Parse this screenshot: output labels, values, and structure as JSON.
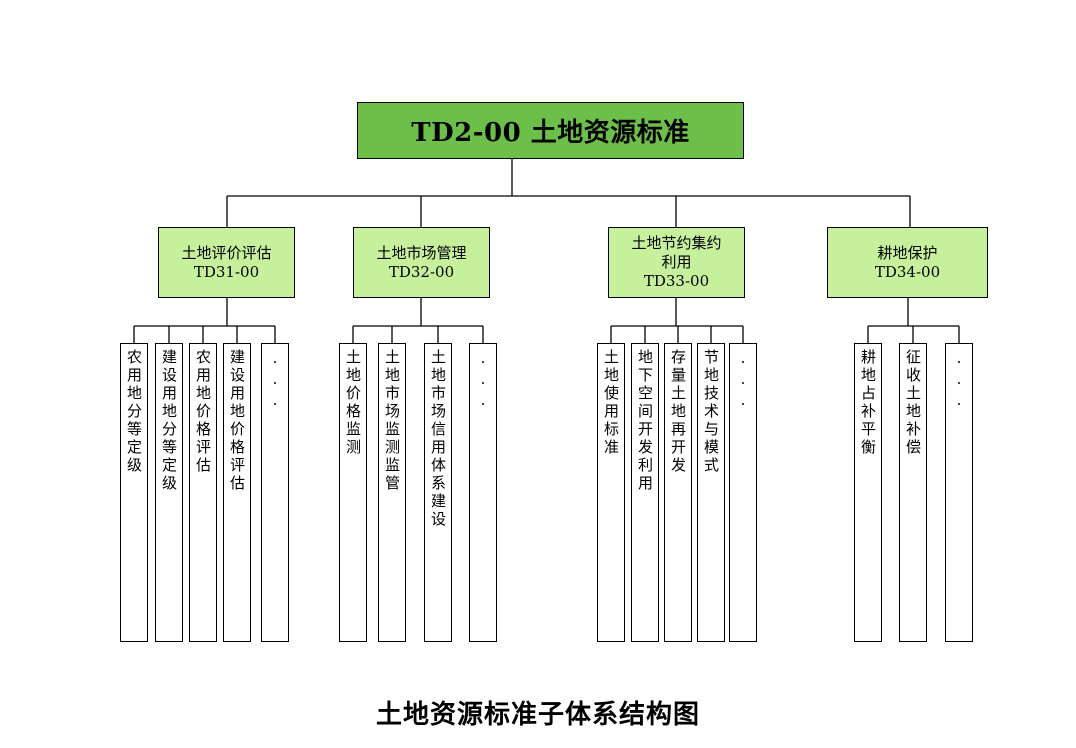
{
  "root": {
    "label": "TD2-00  土地资源标准",
    "color": "#6cc04a"
  },
  "categories": [
    {
      "lines": [
        "土地评价评估",
        "TD31-00"
      ],
      "children": [
        "农用地分等定级",
        "建设用地分等定级",
        "农用地价格评估",
        "建设用地价格评估",
        "..."
      ]
    },
    {
      "lines": [
        "土地市场管理",
        "TD32-00"
      ],
      "children": [
        "土地价格监测",
        "土地市场监测监管",
        "土地市场信用体系建设",
        "..."
      ]
    },
    {
      "lines": [
        "土地节约集约",
        "利用",
        "TD33-00"
      ],
      "children": [
        "土地使用标准",
        "地下空间开发利用",
        "存量土地再开发",
        "节地技术与模式",
        "..."
      ]
    },
    {
      "lines": [
        "耕地保护",
        "TD34-00"
      ],
      "children": [
        "耕地占补平衡",
        "征收土地补偿",
        "..."
      ]
    }
  ],
  "category_color": "#c6f09c",
  "caption": "土地资源标准子体系结构图"
}
